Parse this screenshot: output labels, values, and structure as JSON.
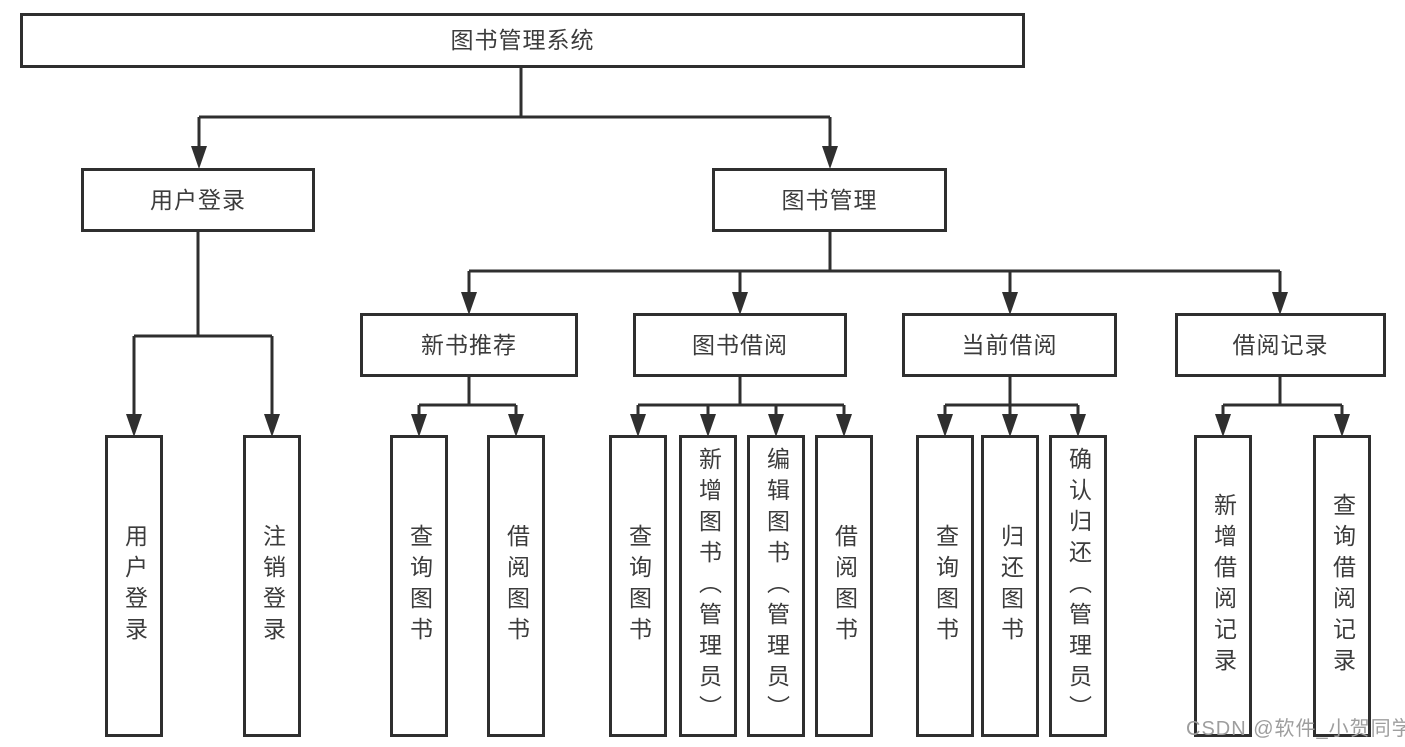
{
  "tree": {
    "root": "图书管理系统",
    "branches": [
      {
        "label": "用户登录",
        "children": [
          "用户登录",
          "注销登录"
        ]
      },
      {
        "label": "图书管理",
        "groups": [
          {
            "label": "新书推荐",
            "children": [
              "查询图书",
              "借阅图书"
            ]
          },
          {
            "label": "图书借阅",
            "children": [
              "查询图书",
              "新增图书（管理员）",
              "编辑图书（管理员）",
              "借阅图书"
            ]
          },
          {
            "label": "当前借阅",
            "children": [
              "查询图书",
              "归还图书",
              "确认归还（管理员）"
            ]
          },
          {
            "label": "借阅记录",
            "children": [
              "新增借阅记录",
              "查询借阅记录"
            ]
          }
        ]
      }
    ]
  },
  "watermark": "CSDN @软件_小贺同学",
  "colors": {
    "line": "#2f2f2f",
    "text": "#3c3c3c",
    "watermark": "#9e9e9e",
    "background": "#ffffff"
  }
}
